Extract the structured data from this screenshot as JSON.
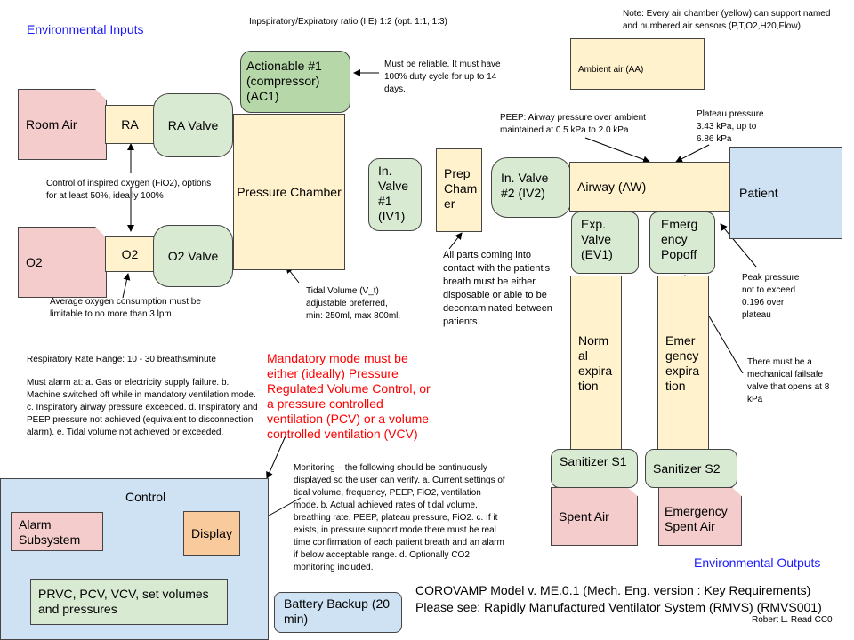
{
  "headings": {
    "inputs": "Environmental Inputs",
    "outputs": "Environmental Outputs"
  },
  "ie_ratio": "Inpspiratory/Expiratory ratio (I:E) 1:2 (opt. 1:1, 1:3)",
  "note_sensors": "Note: Every air chamber (yellow) can support named and numbered air sensors (P,T,O2,H20,Flow)",
  "boxes": {
    "room_air": "Room Air",
    "ra": "RA",
    "ra_valve": "RA Valve",
    "o2": "O2",
    "o2_small": "O2",
    "o2_valve": "O2 Valve",
    "actionable": "Actionable #1 (compressor) (AC1)",
    "pressure_chamber": "Pressure Chamber",
    "in_valve1": "In. Valve #1 (IV1)",
    "prep_chamber": "Prep Cham er",
    "in_valve2": "In. Valve #2 (IV2)",
    "airway": "Airway (AW)",
    "patient": "Patient",
    "ambient_air": "Ambient air (AA)",
    "exp_valve": "Exp. Valve (EV1)",
    "popoff": "Emerg ency Popoff",
    "normal_exp": "Norm al expira tion",
    "emergency_exp": "Emer gency expira tion",
    "sanitizer1": "Sanitizer S1",
    "sanitizer2": "Sanitizer S2",
    "spent_air": "Spent Air",
    "emergency_spent": "Emergency Spent Air",
    "control": "Control",
    "alarm": "Alarm Subsystem",
    "display": "Display",
    "prvc": "PRVC, PCV, VCV, set volumes and pressures",
    "battery": "Battery Backup (20 min)"
  },
  "notes": {
    "reliable": "Must be reliable. It must have 100% duty cycle for up to 14 days.",
    "fio2": "Control of inspired oxygen (FiO2), options for at least 50%, ideally 100%",
    "o2_consumption": "Average oxygen consumption must be limitable to no more than 3 lpm.",
    "peep": "PEEP: Airway pressure over ambient maintained at 0.5 kPa to 2.0 kPa",
    "plateau": "Plateau pressure 3.43 kPa, up to 6.86 kPa",
    "tidal": "Tidal Volume (V_t) adjustable preferred, min: 250ml, max 800ml.",
    "disposable": "All parts coming into contact with the patient's breath must be either disposable or able to be decontaminated between patients.",
    "peak": "Peak pressure not to exceed 0.196 over plateau",
    "failsafe": "There must be a mechanical failsafe valve that opens at 8 kPa",
    "resp_rate": "Respiratory Rate Range: 10 - 30 breaths/minute",
    "alarm_list": "Must alarm at: a. Gas or electricity supply failure. b. Machine switched off while in mandatory ventilation mode. c. Inspiratory airway pressure exceeded. d. Inspiratory and PEEP pressure not achieved (equivalent to disconnection alarm). e. Tidal volume not achieved or exceeded.",
    "mandatory": "Mandatory mode must be either (ideally) Pressure Regulated Volume Control, or a pressure controlled ventilation (PCV) or a volume controlled ventilation (VCV)",
    "monitoring": "Monitoring – the following should be continuously displayed so the user can verify. a. Current settings of tidal volume, frequency, PEEP, FiO2, ventilation mode. b. Actual achieved rates of tidal volume, breathing rate, PEEP, plateau pressure, FiO2. c. If it exists, in pressure support mode there must be real time confirmation of each patient breath and an alarm if below acceptable range. d. Optionally CO2 monitoring included."
  },
  "footer": {
    "line1": "COROVAMP Model v. ME.0.1 (Mech. Eng. version : Key Requirements)",
    "line2": "Please see: Rapidly Manufactured Ventilator System (RMVS) (RMVS001)",
    "credit": "Robert L. Read CC0"
  },
  "colors": {
    "chamber": "#fff2cc",
    "valve": "#d9ead3",
    "source": "#f4cccc",
    "patient": "#cfe2f3",
    "display": "#f9cb9c",
    "mandatory_text": "#ff0000",
    "heading": "#1a1aff"
  }
}
